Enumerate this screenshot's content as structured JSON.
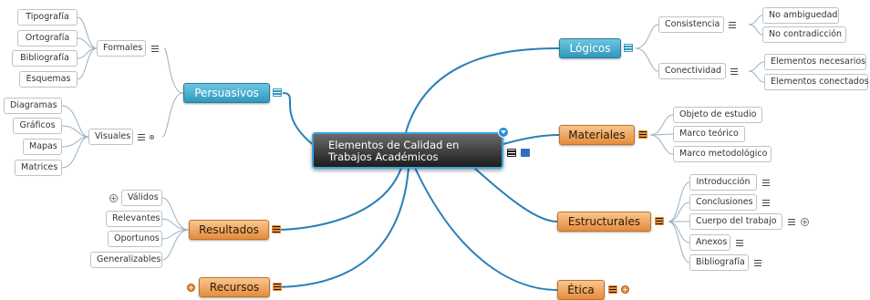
{
  "central": {
    "line1": "Elementos de Calidad en",
    "line2": "Trabajos Académicos"
  },
  "branches": {
    "persuasivos": "Persuasivos",
    "resultados": "Resultados",
    "recursos": "Recursos",
    "logicos": "Lógicos",
    "materiales": "Materiales",
    "estructurales": "Estructurales",
    "etica": "Ética"
  },
  "persuasivos": {
    "formales": {
      "label": "Formales",
      "items": [
        "Tipografía",
        "Ortografía",
        "Bibliografía",
        "Esquemas"
      ]
    },
    "visuales": {
      "label": "Visuales",
      "items": [
        "Diagramas",
        "Gráficos",
        "Mapas",
        "Matrices"
      ]
    }
  },
  "resultados": {
    "items": [
      "Válidos",
      "Relevantes",
      "Oportunos",
      "Generalizables"
    ]
  },
  "logicos": {
    "consistencia": {
      "label": "Consistencia",
      "items": [
        "No ambiguedad",
        "No contradicción"
      ]
    },
    "conectividad": {
      "label": "Conectividad",
      "items": [
        "Elementos necesarios",
        "Elementos conectados"
      ]
    }
  },
  "materiales": {
    "items": [
      "Objeto de estudio",
      "Marco teórico",
      "Marco metodológico"
    ]
  },
  "estructurales": {
    "items": [
      "Introducción",
      "Conclusiones",
      "Cuerpo del trabajo",
      "Anexos",
      "Bibliografía"
    ]
  },
  "colors": {
    "blue_topic": "#2e98bd",
    "orange_topic": "#e58c3c",
    "central": "#1c1c1c",
    "central_border": "#3aa2e3",
    "link_blue": "#2b7fb8",
    "link_thin": "#9ab0c2"
  },
  "icons": [
    "notes-icon",
    "plus-icon",
    "collapse-icon",
    "globe-icon",
    "attachment-icon"
  ]
}
